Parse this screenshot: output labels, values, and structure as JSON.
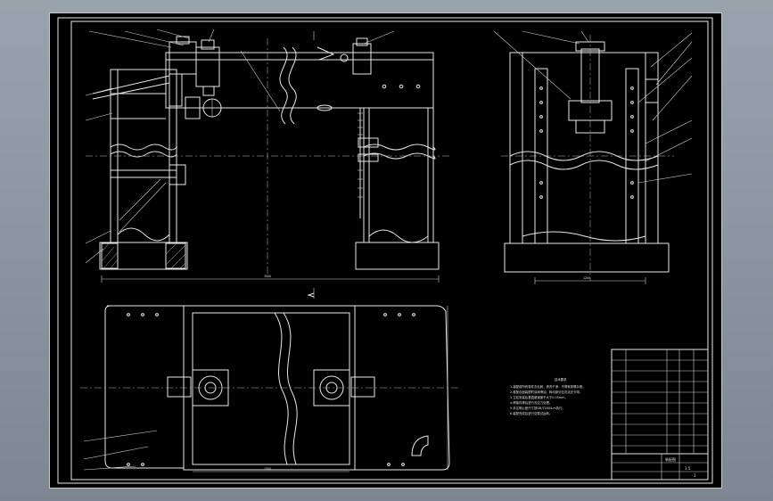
{
  "colors": {
    "background": "#000000",
    "lines": "#e9e9e9",
    "window_bg": "#8d96a0"
  },
  "notes": {
    "title": "技术要求",
    "lines": [
      "1.装配前所有零件去毛刺，清洗干净，不得有铁屑杂物。",
      "2.各配合面装配时涂润滑油，转动部分应灵活无卡滞。",
      "3.立柱安装后垂直度误差不大于0.05mm。",
      "4.焊接件焊后进行去应力处理。",
      "5.未注明公差尺寸按GB/T1804-m执行。",
      "6.装配完成后进行空载试运转。"
    ]
  },
  "title_block": {
    "drawing_title": "装配图",
    "scale": "1:5",
    "sheet": "1"
  }
}
